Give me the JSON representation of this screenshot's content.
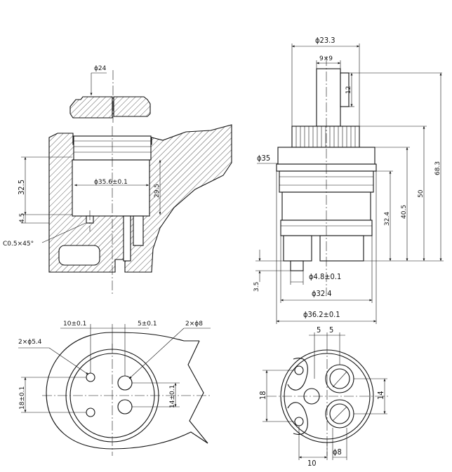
{
  "dimensions": {
    "top_left": {
      "d24": "ϕ24",
      "d35_6": "ϕ35.6±0.1",
      "h32_5": "32.5",
      "h29_5": "29.5",
      "h4_5": "4.5",
      "chamfer": "C0.5×45°"
    },
    "top_right": {
      "d23_3": "ϕ23.3",
      "spline": "9×9",
      "h12": "12",
      "d35": "ϕ35",
      "h32_4": "32.4",
      "h40_5": "40.5",
      "h50": "50",
      "h68_3": "68.3",
      "h3_5": "3.5",
      "d4_8": "ϕ4.8±0.1",
      "d32_4": "ϕ32.4",
      "d36_2": "ϕ36.2±0.1"
    },
    "bottom_left": {
      "s10": "10±0.1",
      "s5": "5±0.1",
      "holes8": "2×ϕ8",
      "holes5_4": "2×ϕ5.4",
      "v18": "18±0.1",
      "v14": "14±0.1"
    },
    "bottom_right": {
      "s5a": "5",
      "s5b": "5",
      "v18": "18",
      "v14": "14",
      "b10": "10",
      "b8": "ϕ8"
    }
  }
}
